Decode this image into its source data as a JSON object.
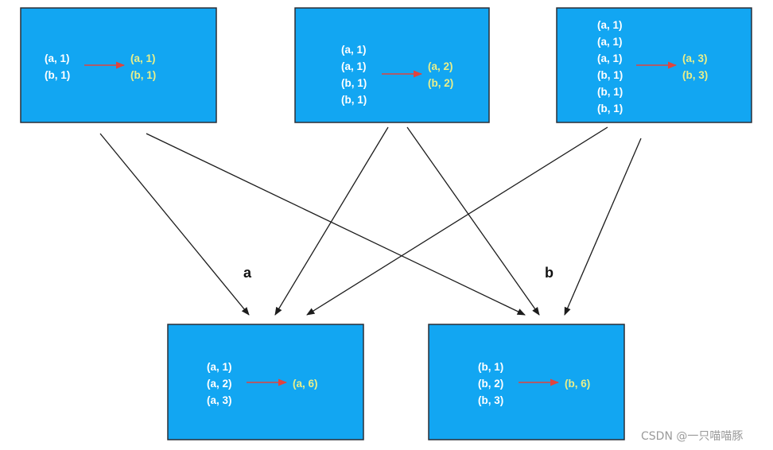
{
  "boxes": {
    "top_left": {
      "inputs": [
        "(a, 1)",
        "(b, 1)"
      ],
      "outputs": [
        "(a, 1)",
        "(b, 1)"
      ]
    },
    "top_middle": {
      "inputs": [
        "(a, 1)",
        "(a, 1)",
        "(b, 1)",
        "(b, 1)"
      ],
      "outputs": [
        "(a, 2)",
        "(b, 2)"
      ]
    },
    "top_right": {
      "inputs": [
        "(a, 1)",
        "(a, 1)",
        "(a, 1)",
        "(b, 1)",
        "(b, 1)",
        "(b, 1)"
      ],
      "outputs": [
        "(a, 3)",
        "(b, 3)"
      ]
    },
    "bottom_left": {
      "inputs": [
        "(a, 1)",
        "(a, 2)",
        "(a, 3)"
      ],
      "outputs": [
        "(a, 6)"
      ]
    },
    "bottom_right": {
      "inputs": [
        "(b, 1)",
        "(b, 2)",
        "(b, 3)"
      ],
      "outputs": [
        "(b, 6)"
      ]
    }
  },
  "keys": {
    "a": "a",
    "b": "b"
  },
  "watermark": "CSDN @一只喵喵豚",
  "colors": {
    "box_fill": "#12a6f2",
    "input_text": "#ffffff",
    "output_text": "#e8ef8a",
    "red_arrow": "#e0443e"
  }
}
